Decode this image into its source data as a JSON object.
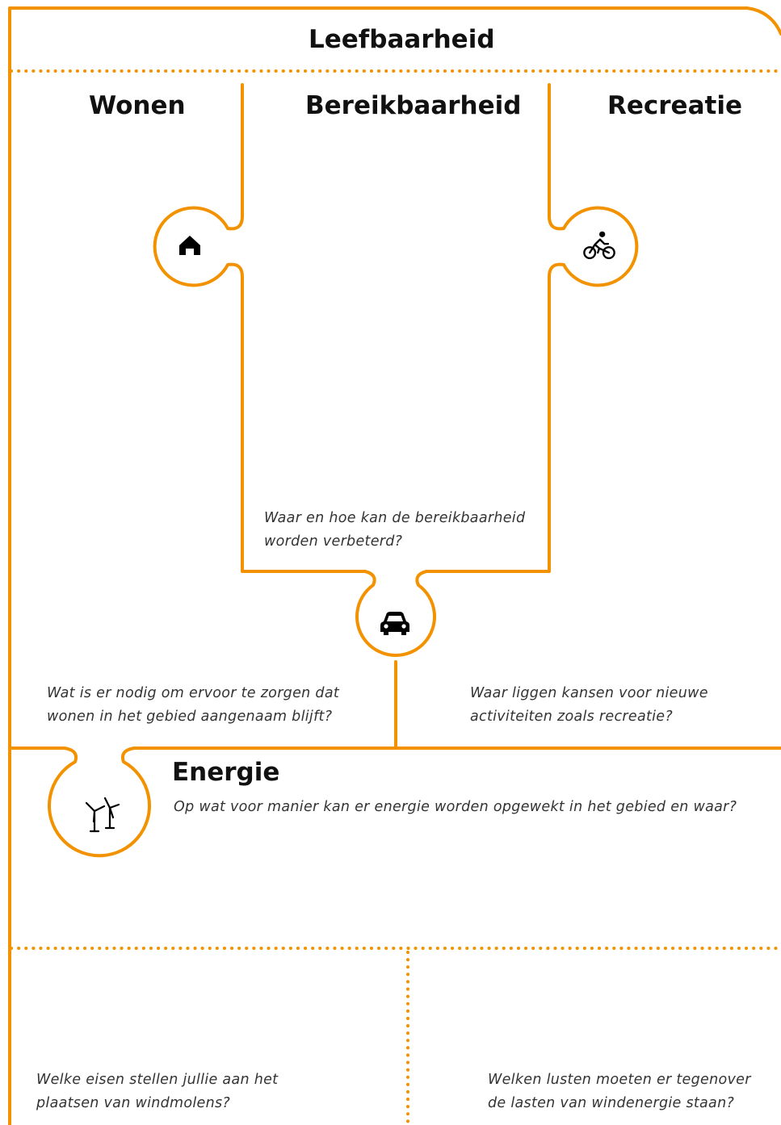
{
  "accent_color": "#f39200",
  "title": "Leefbaarheid",
  "columns": {
    "wonen": "Wonen",
    "bereikbaarheid": "Bereikbaarheid",
    "recreatie": "Recreatie"
  },
  "questions": {
    "bereikbaarheid": [
      "Waar en hoe kan de bereikbaarheid",
      "worden verbeterd?"
    ],
    "wonen": [
      "Wat is er nodig om ervoor te zorgen dat",
      "wonen in het gebied aangenaam blijft?"
    ],
    "recreatie": [
      "Waar liggen kansen voor nieuwe",
      "activiteiten zoals recreatie?"
    ],
    "energie": "Op wat voor manier kan er energie worden opgewekt in het gebied en waar?",
    "eisen": [
      "Welke eisen stellen jullie aan het",
      "plaatsen van windmolens?"
    ],
    "lusten": [
      "Welken lusten moeten er tegenover",
      "de lasten van windenergie staan?"
    ]
  },
  "energie_title": "Energie",
  "icons": {
    "wonen": "house-icon",
    "recreatie": "bicycle-icon",
    "bereikbaarheid": "car-icon",
    "energie": "wind-turbine-icon"
  }
}
